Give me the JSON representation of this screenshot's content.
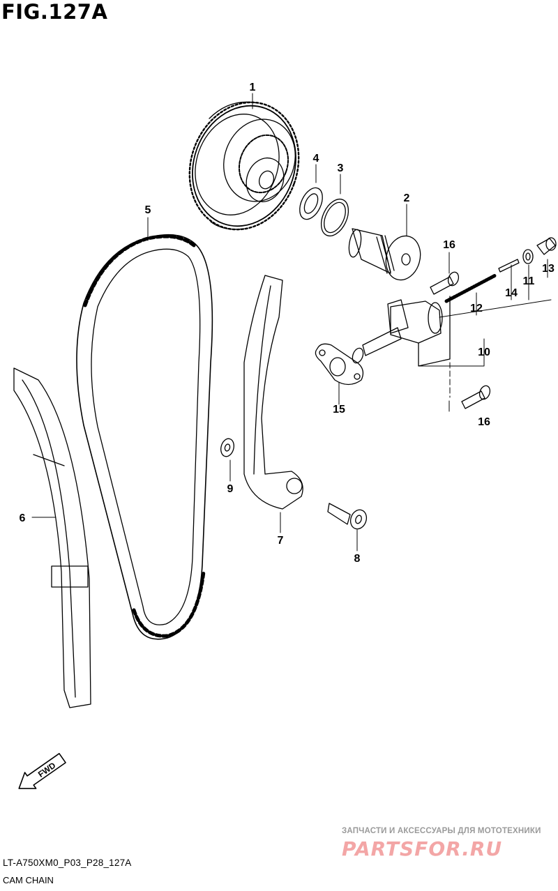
{
  "figure_title": "FIG.127A",
  "model_code": "LT-A750XM0_P03_P28_127A",
  "caption": "CAM CHAIN",
  "fwd_label": "FWD",
  "watermark": {
    "tagline": "ЗАПЧАСТИ И АКСЕССУАРЫ ДЛЯ МОТОТЕХНИКИ",
    "logo": "PARTSFOR.RU"
  },
  "callouts": {
    "c1": "1",
    "c2": "2",
    "c3": "3",
    "c4": "4",
    "c5": "5",
    "c6": "6",
    "c7": "7",
    "c8": "8",
    "c9": "9",
    "c10": "10",
    "c11": "11",
    "c12": "12",
    "c13": "13",
    "c14": "14",
    "c15": "15",
    "c16a": "16",
    "c16b": "16"
  },
  "colors": {
    "line": "#000000",
    "watermark_red": "#f3a6a6",
    "watermark_gray": "#9a9a9a"
  }
}
